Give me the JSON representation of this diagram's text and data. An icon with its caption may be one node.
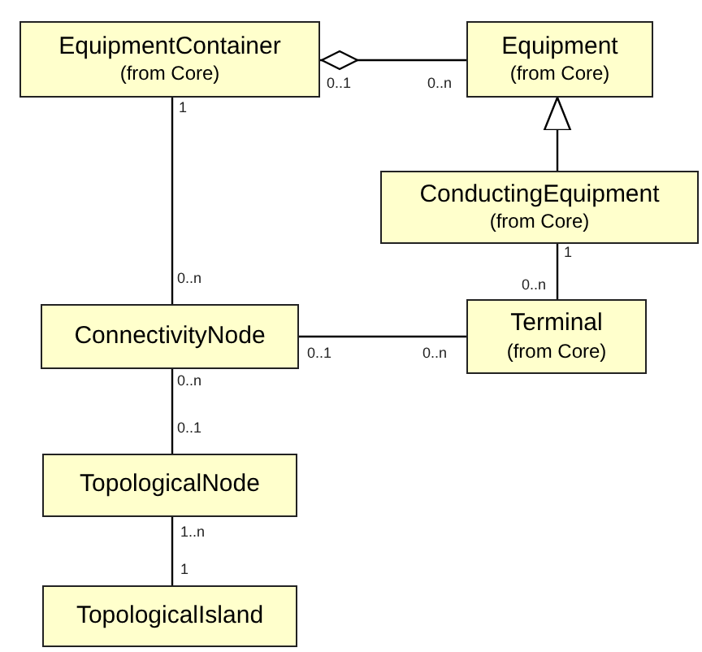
{
  "diagram": {
    "nodes": [
      {
        "text": [
          "EquipmentContainer",
          "(from Core)"
        ]
      },
      {
        "text": [
          "Equipment",
          "(from Core)"
        ]
      },
      {
        "text": [
          "ConductingEquipment",
          "(from Core)"
        ]
      },
      {
        "text": [
          "ConnectivityNode"
        ]
      },
      {
        "text": [
          "Terminal",
          "(from Core)"
        ]
      },
      {
        "text": [
          "TopologicalNode"
        ]
      },
      {
        "text": [
          "TopologicalIsland"
        ]
      }
    ],
    "edges": [
      {
        "from": 0,
        "to": 1,
        "arrow": "other"
      },
      {
        "from": 2,
        "to": 1,
        "arrow": "to"
      },
      {
        "from": 0,
        "to": 3,
        "arrow": "none"
      },
      {
        "from": 2,
        "to": 4,
        "arrow": "none"
      },
      {
        "from": 3,
        "to": 4,
        "arrow": "none"
      },
      {
        "from": 3,
        "to": 5,
        "arrow": "none"
      },
      {
        "from": 5,
        "to": 6,
        "arrow": "none"
      }
    ],
    "labels": [
      "0..1",
      "0..n",
      "1",
      "1",
      "0..n",
      "0..n",
      "0..1",
      "0..n",
      "0..n",
      "0..1",
      "1..n",
      "1"
    ]
  }
}
